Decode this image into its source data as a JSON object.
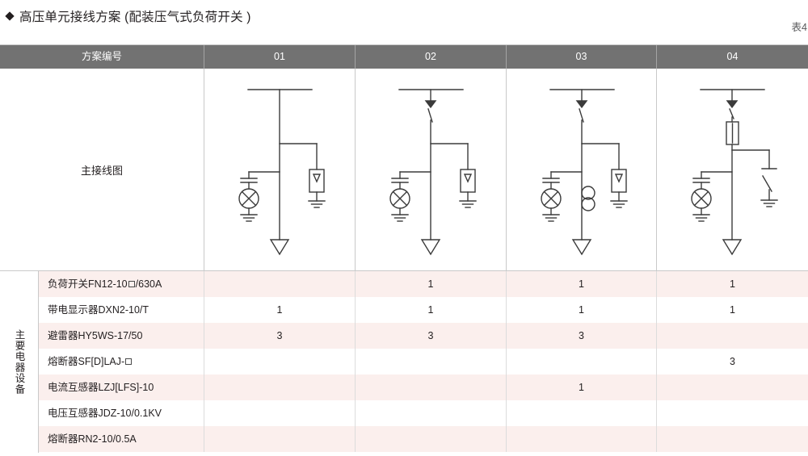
{
  "title": {
    "bullet": "diamond-bullet",
    "text": "高压单元接线方案 (配装压气式负荷开关 )",
    "table_number": "表4"
  },
  "table": {
    "header": {
      "row_label": "方案编号",
      "columns": [
        "01",
        "02",
        "03",
        "04"
      ]
    },
    "diagram_row": {
      "label": "主接线图",
      "schemes": [
        {
          "id": "01",
          "components": [
            "busbar",
            "voltage-indicator",
            "surge-arrester",
            "cable-termination"
          ]
        },
        {
          "id": "02",
          "components": [
            "busbar",
            "load-break-switch",
            "voltage-indicator",
            "surge-arrester",
            "cable-termination"
          ]
        },
        {
          "id": "03",
          "components": [
            "busbar",
            "load-break-switch",
            "current-transformer",
            "voltage-indicator",
            "surge-arrester",
            "cable-termination"
          ]
        },
        {
          "id": "04",
          "components": [
            "busbar",
            "load-break-switch",
            "fuse",
            "voltage-indicator",
            "earthing-switch",
            "cable-termination"
          ]
        }
      ]
    },
    "section_label": "主要电器设备",
    "equipment": [
      {
        "name": "负荷开关FN12-10□/630A",
        "has_box": true,
        "values": [
          "",
          "1",
          "1",
          "1"
        ]
      },
      {
        "name": "带电显示器DXN2-10/T",
        "has_box": false,
        "values": [
          "1",
          "1",
          "1",
          "1"
        ]
      },
      {
        "name": "避雷器HY5WS-17/50",
        "has_box": false,
        "values": [
          "3",
          "3",
          "3",
          ""
        ]
      },
      {
        "name": "熔断器SF[D]LAJ-□",
        "has_box": true,
        "values": [
          "",
          "",
          "",
          "3"
        ]
      },
      {
        "name": "电流互感器LZJ[LFS]-10",
        "has_box": false,
        "values": [
          "",
          "",
          "1",
          ""
        ]
      },
      {
        "name": "电压互感器JDZ-10/0.1KV",
        "has_box": false,
        "values": [
          "",
          "",
          "",
          ""
        ]
      },
      {
        "name": "熔断器RN2-10/0.5A",
        "has_box": false,
        "values": [
          "",
          "",
          "",
          ""
        ]
      }
    ]
  },
  "colors": {
    "header_gray": "#727272",
    "row_pink": "#fbefed",
    "row_white": "#ffffff",
    "line": "#c9c9c9",
    "text": "#231f20",
    "diagram_stroke": "#3b3b3b"
  }
}
